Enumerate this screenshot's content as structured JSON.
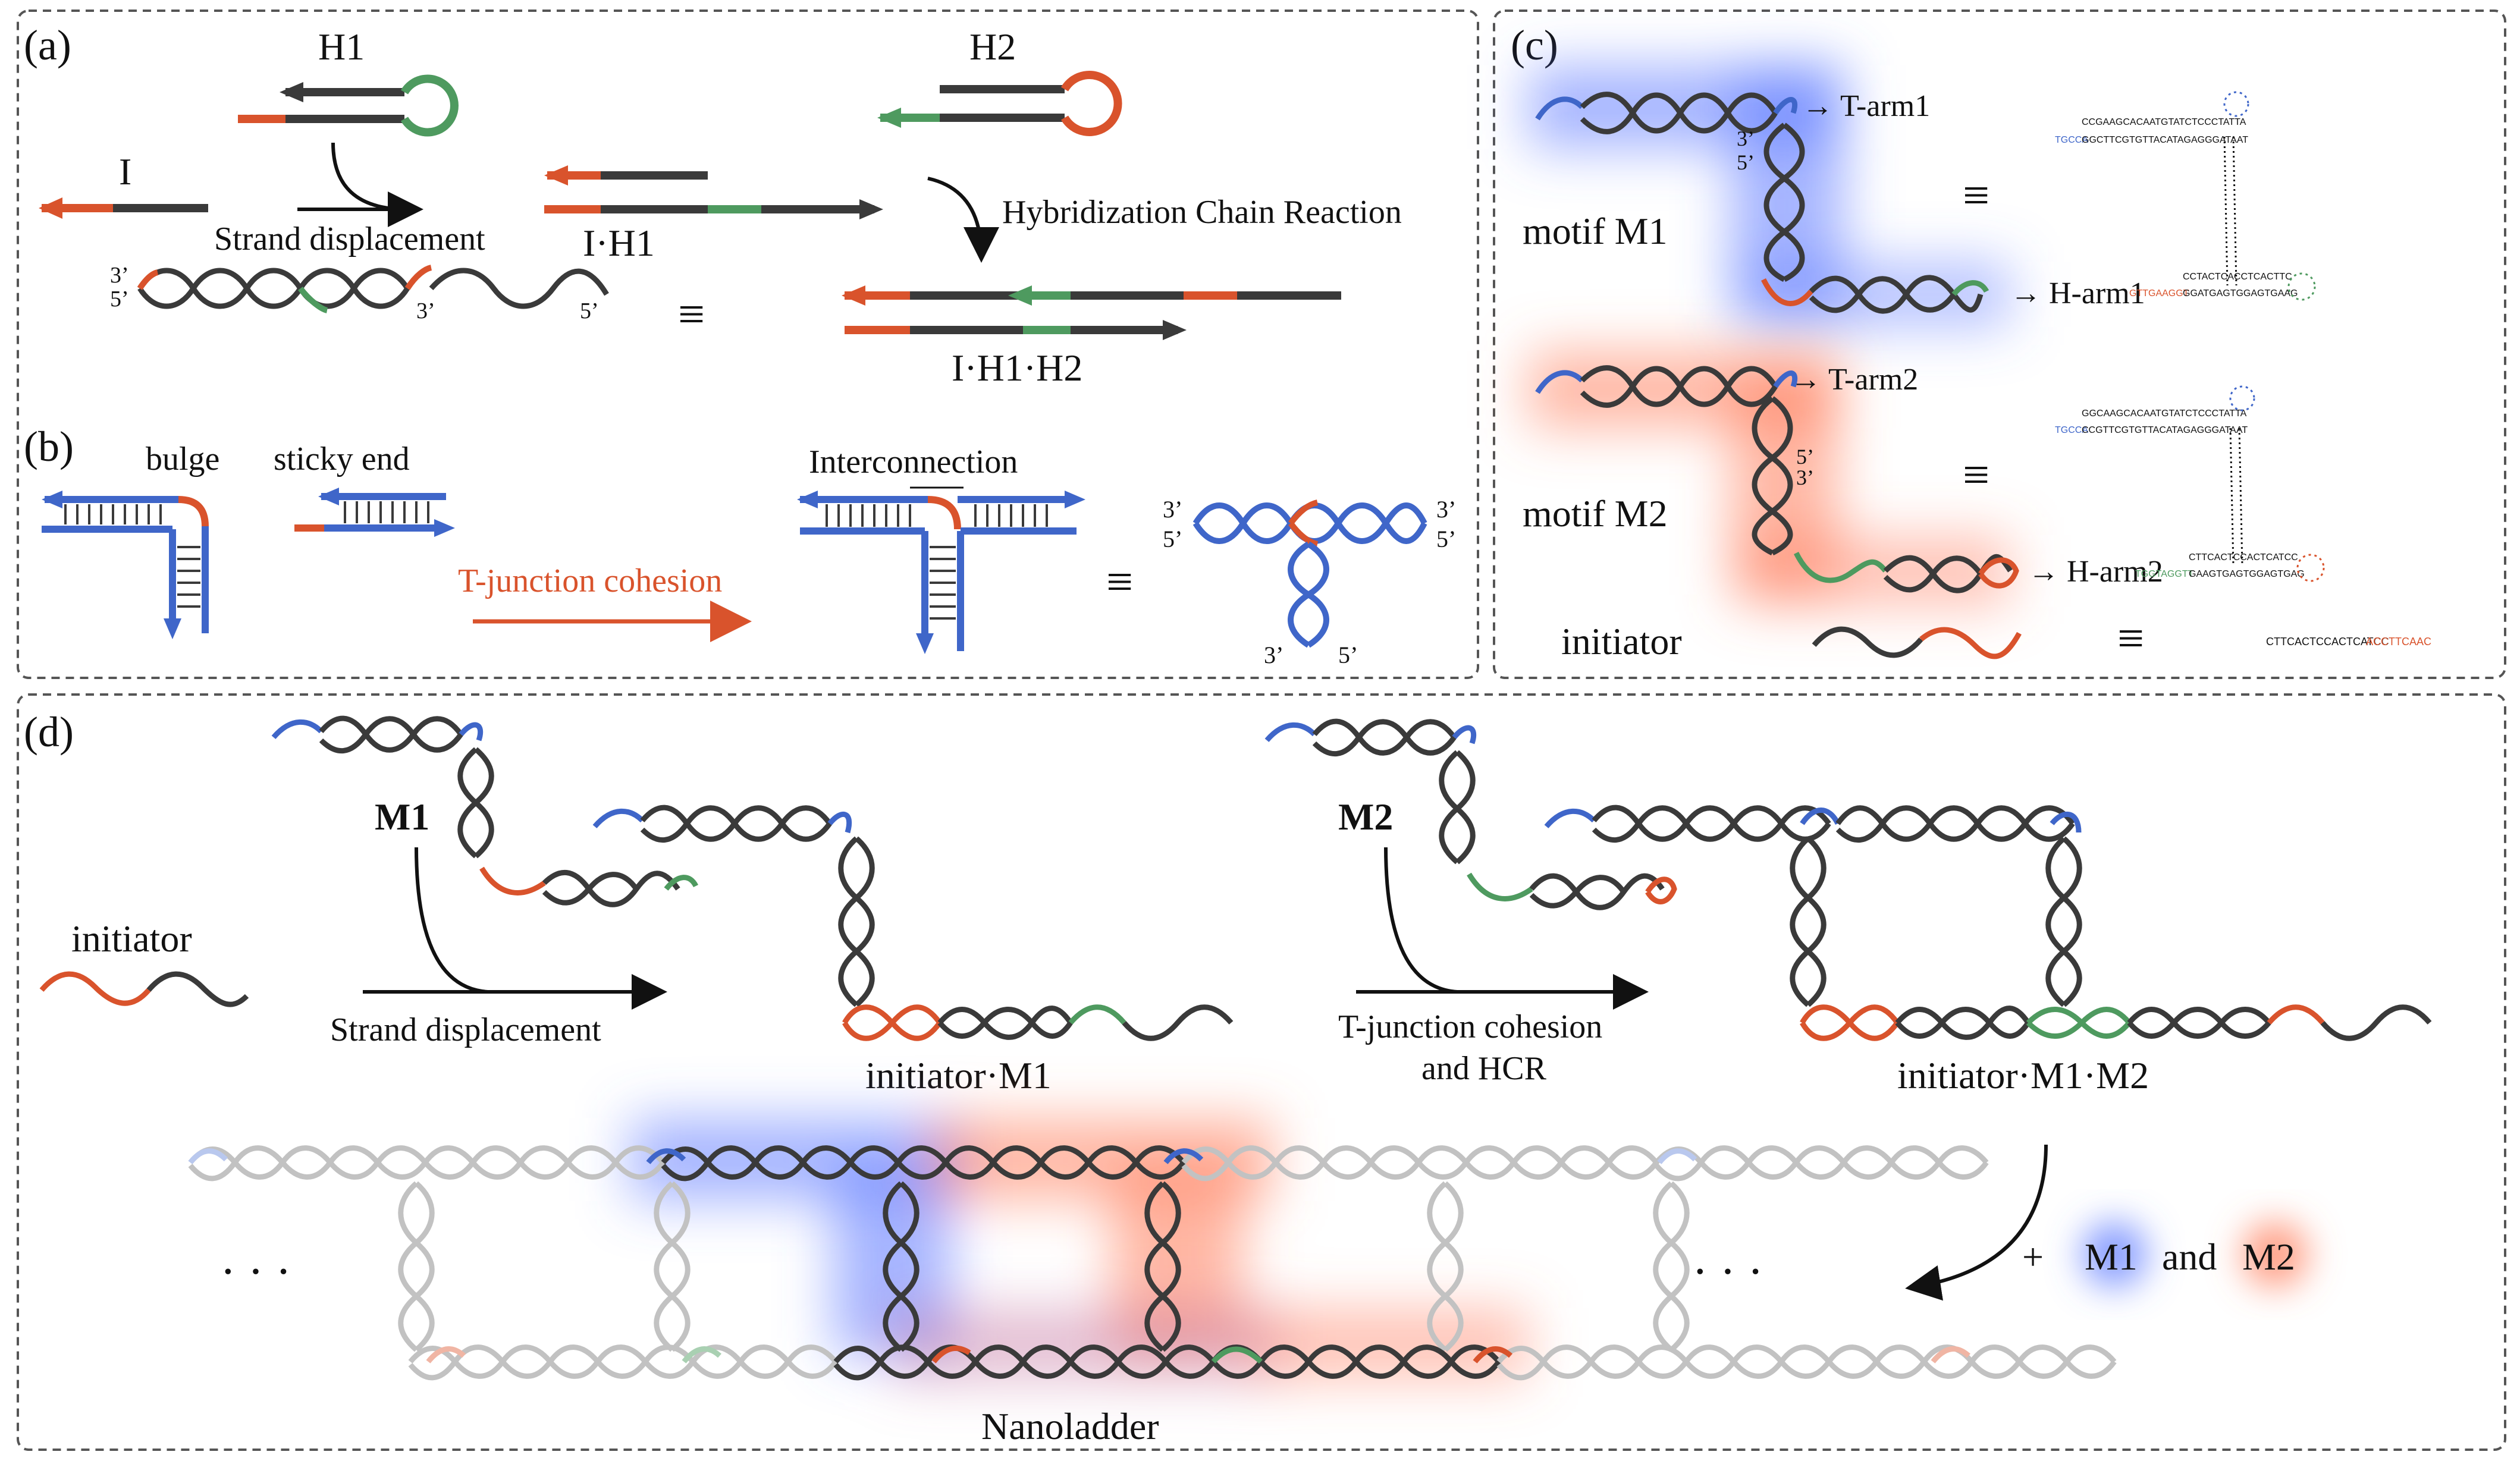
{
  "colors": {
    "dark": "#3a3a3a",
    "red": "#d9532c",
    "green": "#4e9a5f",
    "blue": "#3f66c9",
    "glow_blue": "#5b78ff",
    "glow_red": "#ff7b5a",
    "border": "#555555"
  },
  "panel_a": {
    "tag": "(a)",
    "h1": "H1",
    "h2": "H2",
    "i": "I",
    "strand_displacement": "Strand displacement",
    "ih1": "I·H1",
    "hcr": "Hybridization Chain Reaction",
    "ih1h2": "I·H1·H2",
    "p3": "3’",
    "p5": "5’",
    "end3": "3’",
    "end5": "5’",
    "equiv": "≡"
  },
  "panel_b": {
    "tag": "(b)",
    "bulge": "bulge",
    "sticky": "sticky end",
    "interconnection": "Interconnection",
    "tjc": "T-junction cohesion",
    "l3": "3’",
    "l5": "5’",
    "r3": "3’",
    "r5": "5’",
    "b3": "3’",
    "b5": "5’",
    "equiv": "≡"
  },
  "panel_c": {
    "tag": "(c)",
    "tarm1": "→ T-arm1",
    "harm1": "→ H-arm1",
    "tarm2": "→ T-arm2",
    "harm2": "→ H-arm2",
    "motif_m1": "motif  M1",
    "motif_m2": "motif  M2",
    "initiator": "initiator",
    "m1_3": "3’",
    "m1_5": "5’",
    "m2_5": "5’",
    "m2_3": "3’",
    "equiv1": "≡",
    "equiv2": "≡",
    "equiv3": "≡",
    "seq_m1_top": "CCGAAGCACAATGTATCTCCCTATTA",
    "seq_m1_top2_blue": "TGCCA",
    "seq_m1_top2": "GGCTTCGTGTTACATAGAGGGATAAT",
    "seq_m1_bot1": "CCTACTCACCTCACTTC",
    "seq_m1_bot2_red": "GTTGAAGGT",
    "seq_m1_bot2": "GGATGAGTGGAGTGAAG",
    "seq_m2_top": "GGCAAGCACAATGTATCTCCCTATTA",
    "seq_m2_top2_blue": "TGCCA",
    "seq_m2_top2": "CCGTTCGTGTTACATAGAGGGATAAT",
    "seq_m2_bot1": "CTTCACTCCACTCATCC",
    "seq_m2_bot2_green": "TGGTAGGTT",
    "seq_m2_bot2": "GAAGTGAGTGGAGTGAG",
    "seq_init": "CTTCACTCCACTCATCC",
    "seq_init_red": "ACCTTCAAC"
  },
  "panel_d": {
    "tag": "(d)",
    "m1": "M1",
    "m2": "M2",
    "initiator": "initiator",
    "strand_displacement": "Strand displacement",
    "initiator_m1": "initiator·M1",
    "tjc_line1": "T-junction cohesion",
    "tjc_line2": "and HCR",
    "initiator_m1_m2": "initiator·M1·M2",
    "plus": "+",
    "plus_m1": "M1",
    "and": "and",
    "plus_m2": "M2",
    "dots_left": "· · ·",
    "dots_right": "· · ·",
    "nanoladder": "Nanoladder"
  }
}
